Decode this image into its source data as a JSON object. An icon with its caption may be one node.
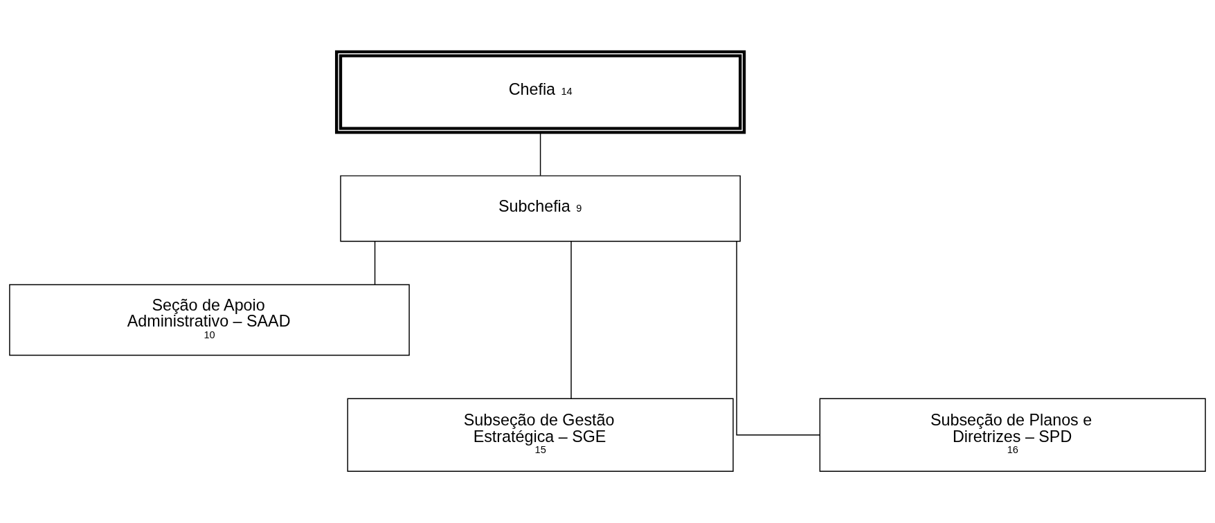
{
  "diagram": {
    "nodes": [
      {
        "text": [
          "Chefia $^{14}$"
        ]
      },
      {
        "text": [
          "Subchefia $^{9}$"
        ]
      },
      {
        "text": [
          "Seção de Apoio Administrativo – SAAD $^{10}$"
        ]
      },
      {
        "text": [
          "Subseção de Gestão Estratégica – SGE $^{15}$"
        ]
      },
      {
        "text": [
          "Subseção de Planos e Diretrizes – SPD $^{16}$"
        ]
      }
    ],
    "edges": [
      {
        "from": 0,
        "to": 1,
        "arrow": "none"
      },
      {
        "from": 1,
        "to": 2,
        "arrow": "none"
      },
      {
        "from": 1,
        "to": 3,
        "arrow": "none"
      },
      {
        "from": 1,
        "to": 4,
        "arrow": "none"
      }
    ]
  }
}
